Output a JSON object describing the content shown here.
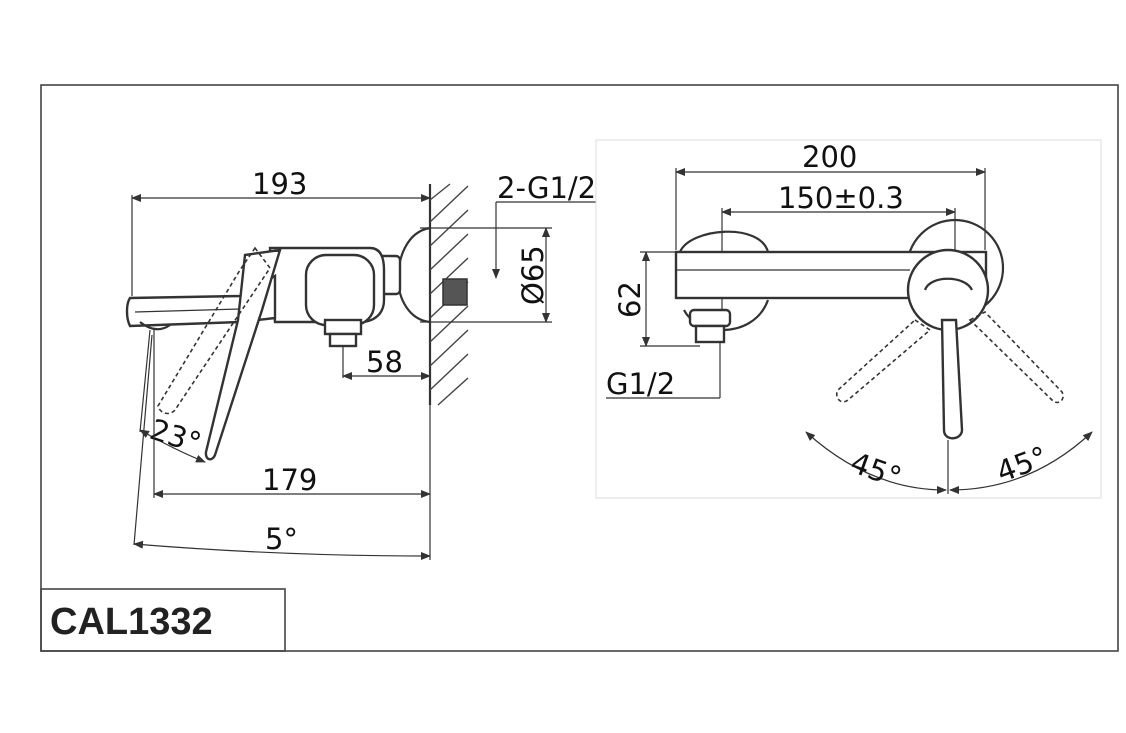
{
  "model_label": "CAL1332",
  "side_view": {
    "dim_length": "193",
    "dim_thread": "2-G1/2",
    "dim_rosette_diameter": "Ø65",
    "dim_depth": "58",
    "dim_angle_down": "23°",
    "dim_reach": "179",
    "dim_angle_tilt": "5°"
  },
  "front_view": {
    "dim_width": "200",
    "dim_center_distance": "150±0.3",
    "dim_height": "62",
    "dim_thread": "G1/2",
    "dim_angle_left": "45°",
    "dim_angle_right": "45°"
  },
  "colors": {
    "line": "#333333",
    "background": "#ffffff"
  }
}
